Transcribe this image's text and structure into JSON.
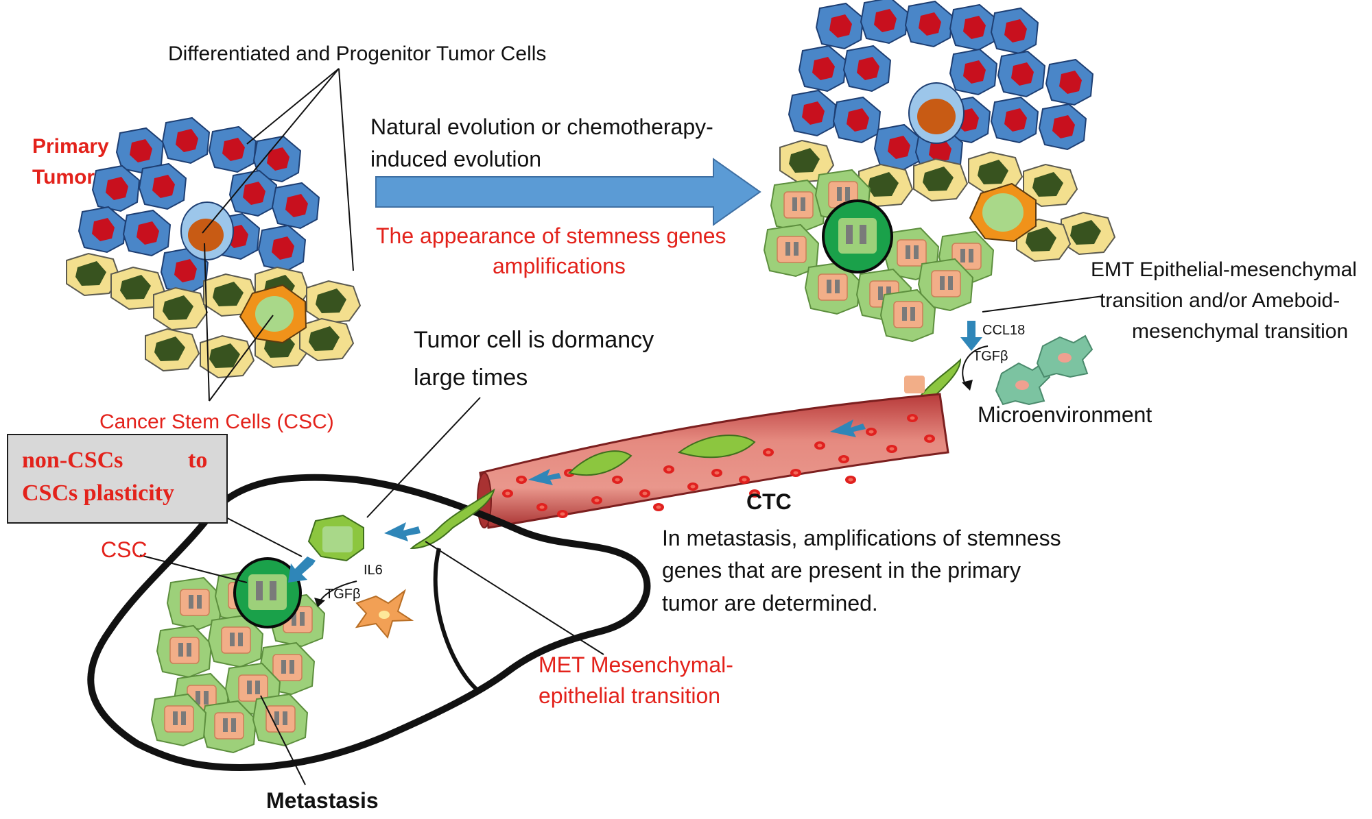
{
  "labels": {
    "diff_progenitor": "Differentiated  and Progenitor Tumor Cells",
    "primary_tumor_1": "Primary",
    "primary_tumor_2": "Tumor",
    "evolution_1": "Natural evolution or chemotherapy-",
    "evolution_2": "induced evolution",
    "stemness_appear_1": "The appearance of stemness genes",
    "stemness_appear_2": "amplifications",
    "emt_1": "EMT Epithelial-mesenchymal",
    "emt_2": "transition and/or Ameboid-",
    "emt_3": "mesenchymal transition",
    "ccl18": "CCL18",
    "tgfb_top": "TGFβ",
    "microenvironment": "Microenvironment",
    "dormancy_1": "Tumor cell is dormancy",
    "dormancy_2": "large times",
    "csc_full": "Cancer Stem Cells (CSC)",
    "plasticity_1a": "non-CSCs",
    "plasticity_1b": "to",
    "plasticity_2": "CSCs plasticity",
    "ctc": "CTC",
    "metastasis_note_1": "In metastasis, amplifications of stemness",
    "metastasis_note_2": "genes that are present in the primary",
    "metastasis_note_3": "tumor are determined.",
    "csc_short": "CSC",
    "il6": "IL6",
    "tgfb_bottom": "TGFβ",
    "met_1": "MET Mesenchymal-",
    "met_2": "epithelial transition",
    "metastasis": "Metastasis"
  },
  "colors": {
    "red_text": "#e3221b",
    "blue_arrow": "#5b9bd5",
    "differentiated_cell": "#4a86c8",
    "nucleus_red": "#c8101e",
    "progenitor_cell": "#f3df8e",
    "progenitor_nucleus": "#38531f",
    "stem_cell": "#9dd07a",
    "stem_nucleus": "#f2ae88",
    "csc_ring": "#1aa14a",
    "vessel": "#c43a3a",
    "rbc": "#e0211f"
  }
}
